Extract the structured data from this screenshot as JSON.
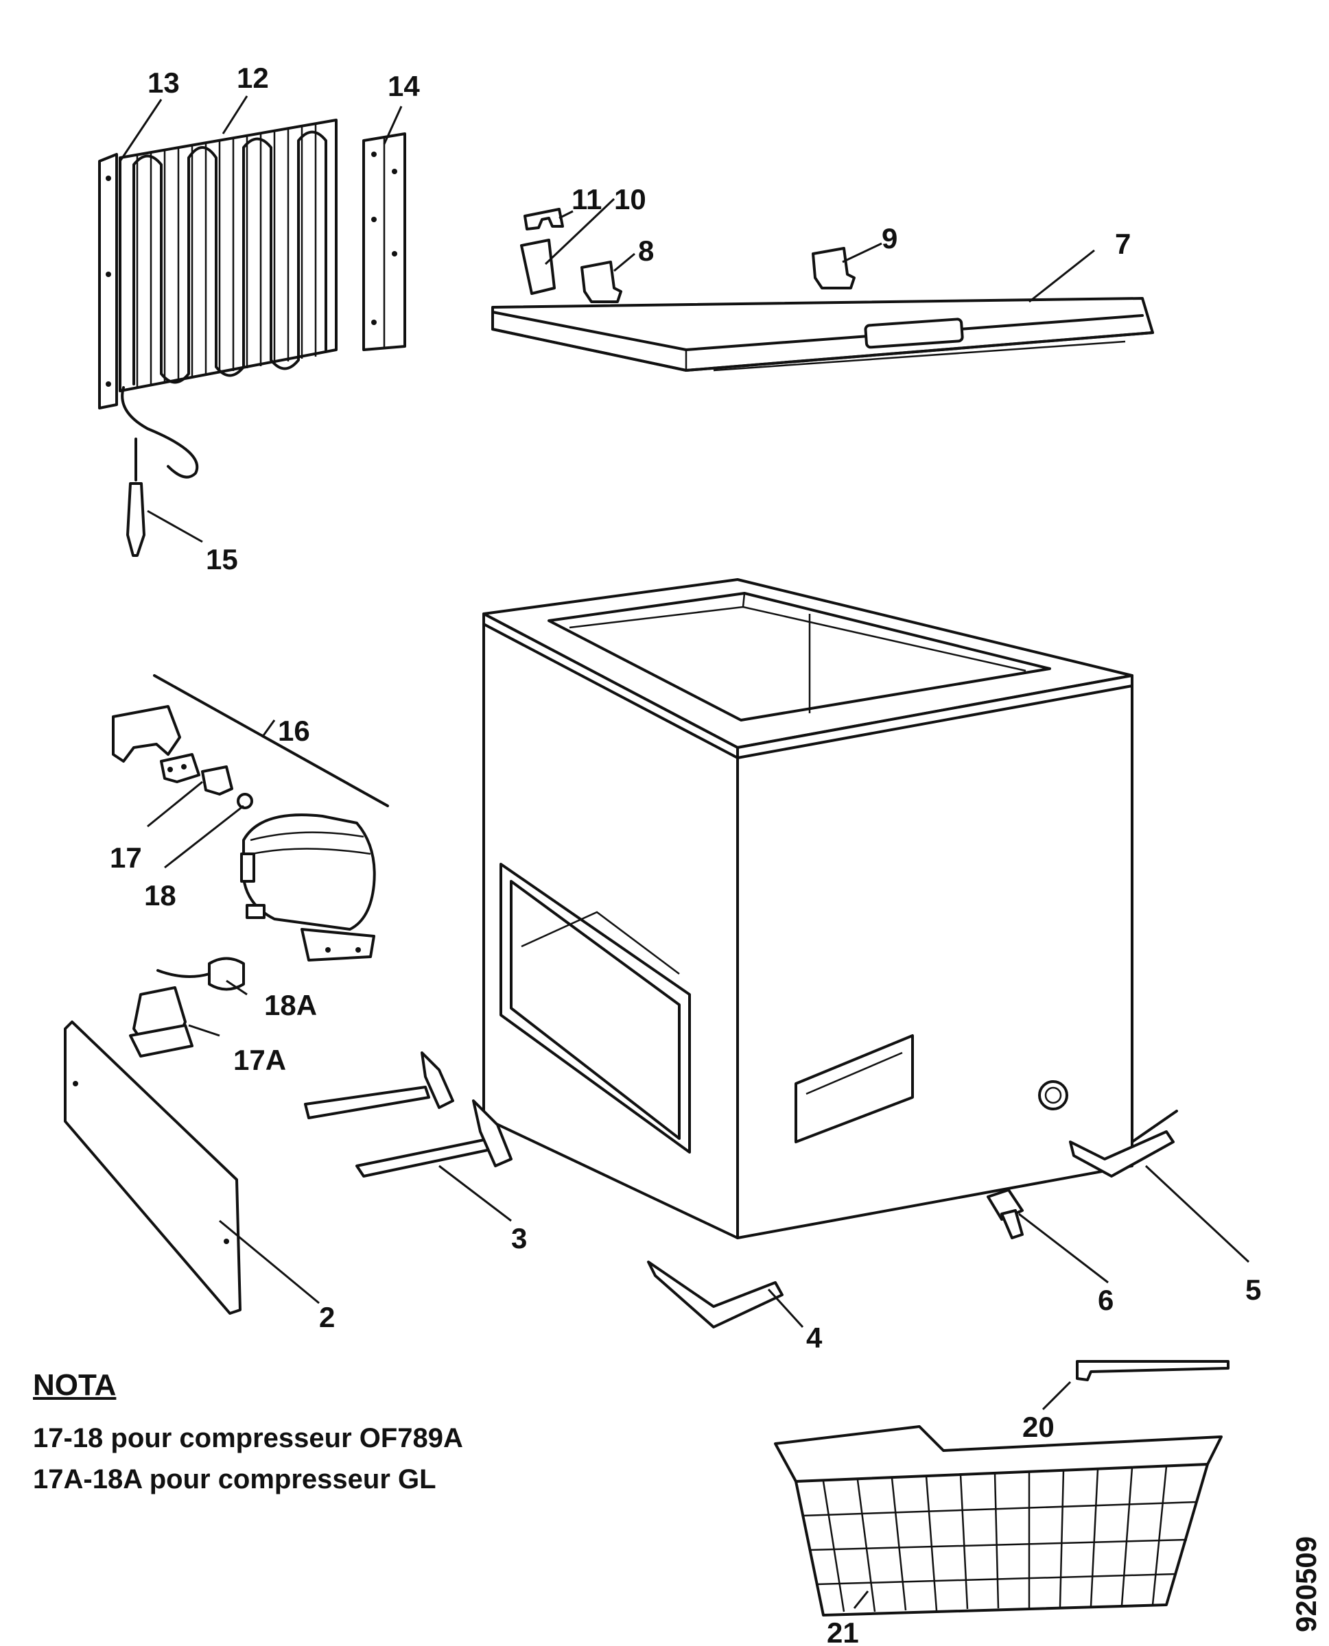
{
  "labels": {
    "p2": "2",
    "p3": "3",
    "p4": "4",
    "p5": "5",
    "p6": "6",
    "p7": "7",
    "p8": "8",
    "p9": "9",
    "p10": "10",
    "p11": "11",
    "p12": "12",
    "p13": "13",
    "p14": "14",
    "p15": "15",
    "p16": "16",
    "p17": "17",
    "p18": "18",
    "p17a": "17A",
    "p18a": "18A",
    "p20": "20",
    "p21": "21"
  },
  "note": {
    "title": "NOTA",
    "line1": "17-18 pour compresseur OF789A",
    "line2": "17A-18A pour compresseur GL"
  },
  "reference_code": "920509"
}
